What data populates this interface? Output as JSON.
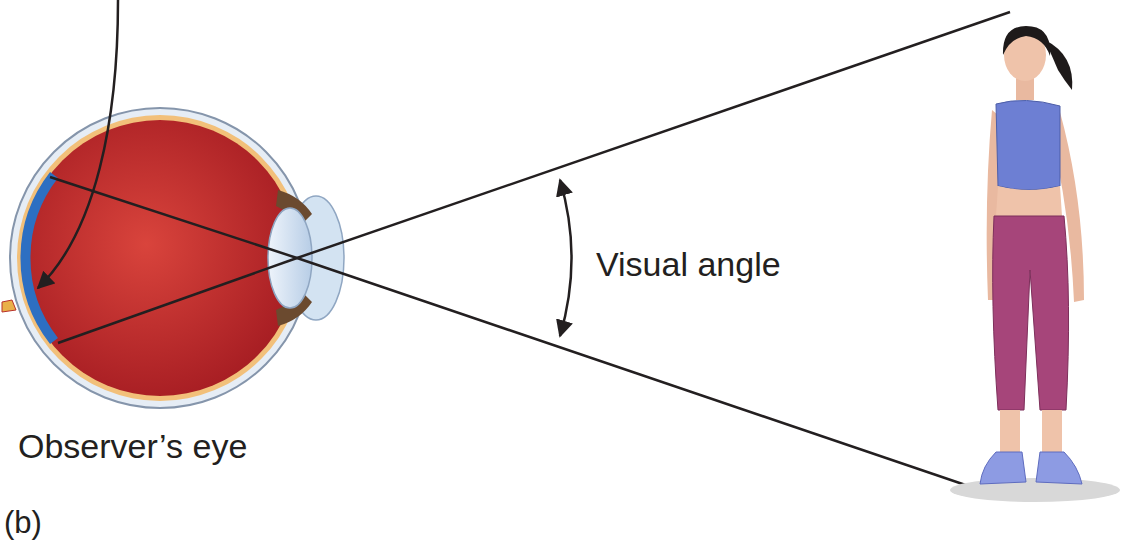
{
  "diagram": {
    "labels": [
      "Visual angle",
      "Observer’s eye",
      "(b)"
    ]
  }
}
